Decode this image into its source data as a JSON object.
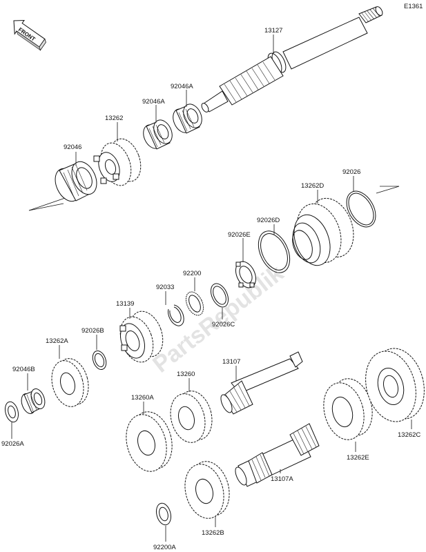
{
  "diagram": {
    "code": "E1361",
    "front_label": "FRONT",
    "watermark": "PartsRepublik",
    "parts": [
      {
        "id": "p13127",
        "label": "13127"
      },
      {
        "id": "p92046a_1",
        "label": "92046A"
      },
      {
        "id": "p92046a_2",
        "label": "92046A"
      },
      {
        "id": "p13262",
        "label": "13262"
      },
      {
        "id": "p92046",
        "label": "92046"
      },
      {
        "id": "p92026",
        "label": "92026"
      },
      {
        "id": "p13262d",
        "label": "13262D"
      },
      {
        "id": "p92026d",
        "label": "92026D"
      },
      {
        "id": "p92026e",
        "label": "92026E"
      },
      {
        "id": "p92200",
        "label": "92200"
      },
      {
        "id": "p92033",
        "label": "92033"
      },
      {
        "id": "p13139",
        "label": "13139"
      },
      {
        "id": "p92026c",
        "label": "92026C"
      },
      {
        "id": "p92026b",
        "label": "92026B"
      },
      {
        "id": "p13262a",
        "label": "13262A"
      },
      {
        "id": "p92046b",
        "label": "92046B"
      },
      {
        "id": "p92026a",
        "label": "92026A"
      },
      {
        "id": "p13107",
        "label": "13107"
      },
      {
        "id": "p13260",
        "label": "13260"
      },
      {
        "id": "p13260a",
        "label": "13260A"
      },
      {
        "id": "p13262e",
        "label": "13262E"
      },
      {
        "id": "p13262c",
        "label": "13262C"
      },
      {
        "id": "p13107a",
        "label": "13107A"
      },
      {
        "id": "p13262b",
        "label": "13262B"
      },
      {
        "id": "p92200a",
        "label": "92200A"
      }
    ]
  }
}
